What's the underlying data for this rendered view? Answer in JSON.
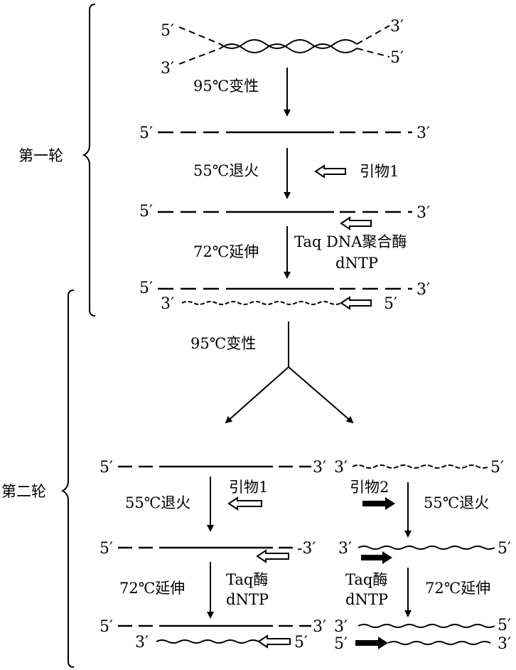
{
  "ends": {
    "five": "5′",
    "three": "3′",
    "three_dash": "-3′"
  },
  "round1": {
    "name": "第一轮",
    "denature": "95℃变性",
    "anneal": "55℃退火",
    "primer_label": "引物1",
    "extend": "72℃延伸",
    "enzyme": "Taq DNA聚合酶",
    "dntp": "dNTP"
  },
  "transition": {
    "denature": "95℃变性"
  },
  "round2": {
    "name": "第二轮",
    "left": {
      "anneal": "55℃退火",
      "primer_label": "引物1",
      "extend": "72℃延伸",
      "enzyme": "Taq酶",
      "dntp": "dNTP"
    },
    "right": {
      "anneal": "55℃退火",
      "primer_label": "引物2",
      "extend": "72℃延伸",
      "enzyme": "Taq酶",
      "dntp": "dNTP"
    }
  }
}
